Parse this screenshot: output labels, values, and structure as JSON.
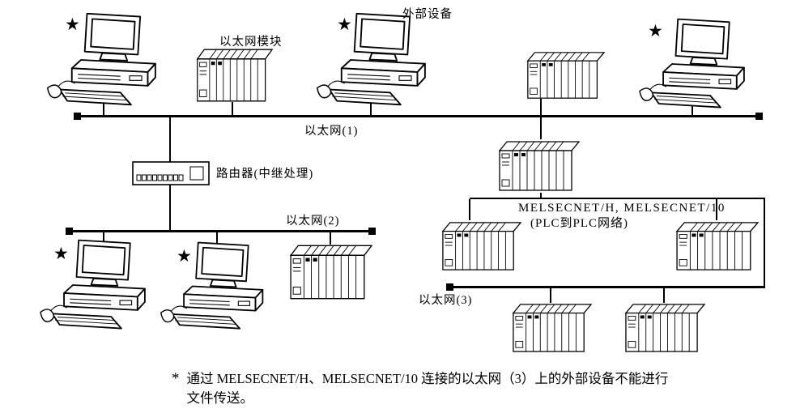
{
  "diagram": {
    "star": "★",
    "labels": {
      "external_device": "外部设备",
      "ethernet_module": "以太网模块",
      "ethernet1": "以太网(1)",
      "router": "路由器(中继处理)",
      "ethernet2": "以太网(2)",
      "ethernet3": "以太网(3)",
      "melsecnet_line1": "MELSECNET/H, MELSECNET/10",
      "melsecnet_line2": "(PLC到PLC网络)"
    },
    "icons": {
      "computer": "desktop-pc-with-crt-monitor-keyboard-mouse",
      "plc": "plc-rack-module",
      "router": "router-hub-box"
    },
    "colors": {
      "line": "#000000",
      "background": "#ffffff"
    }
  },
  "footnote": {
    "marker": "*",
    "line1": "通过 MELSECNET/H、MELSECNET/10 连接的以太网（3）上的外部设备不能进行",
    "line2": "文件传送。"
  }
}
